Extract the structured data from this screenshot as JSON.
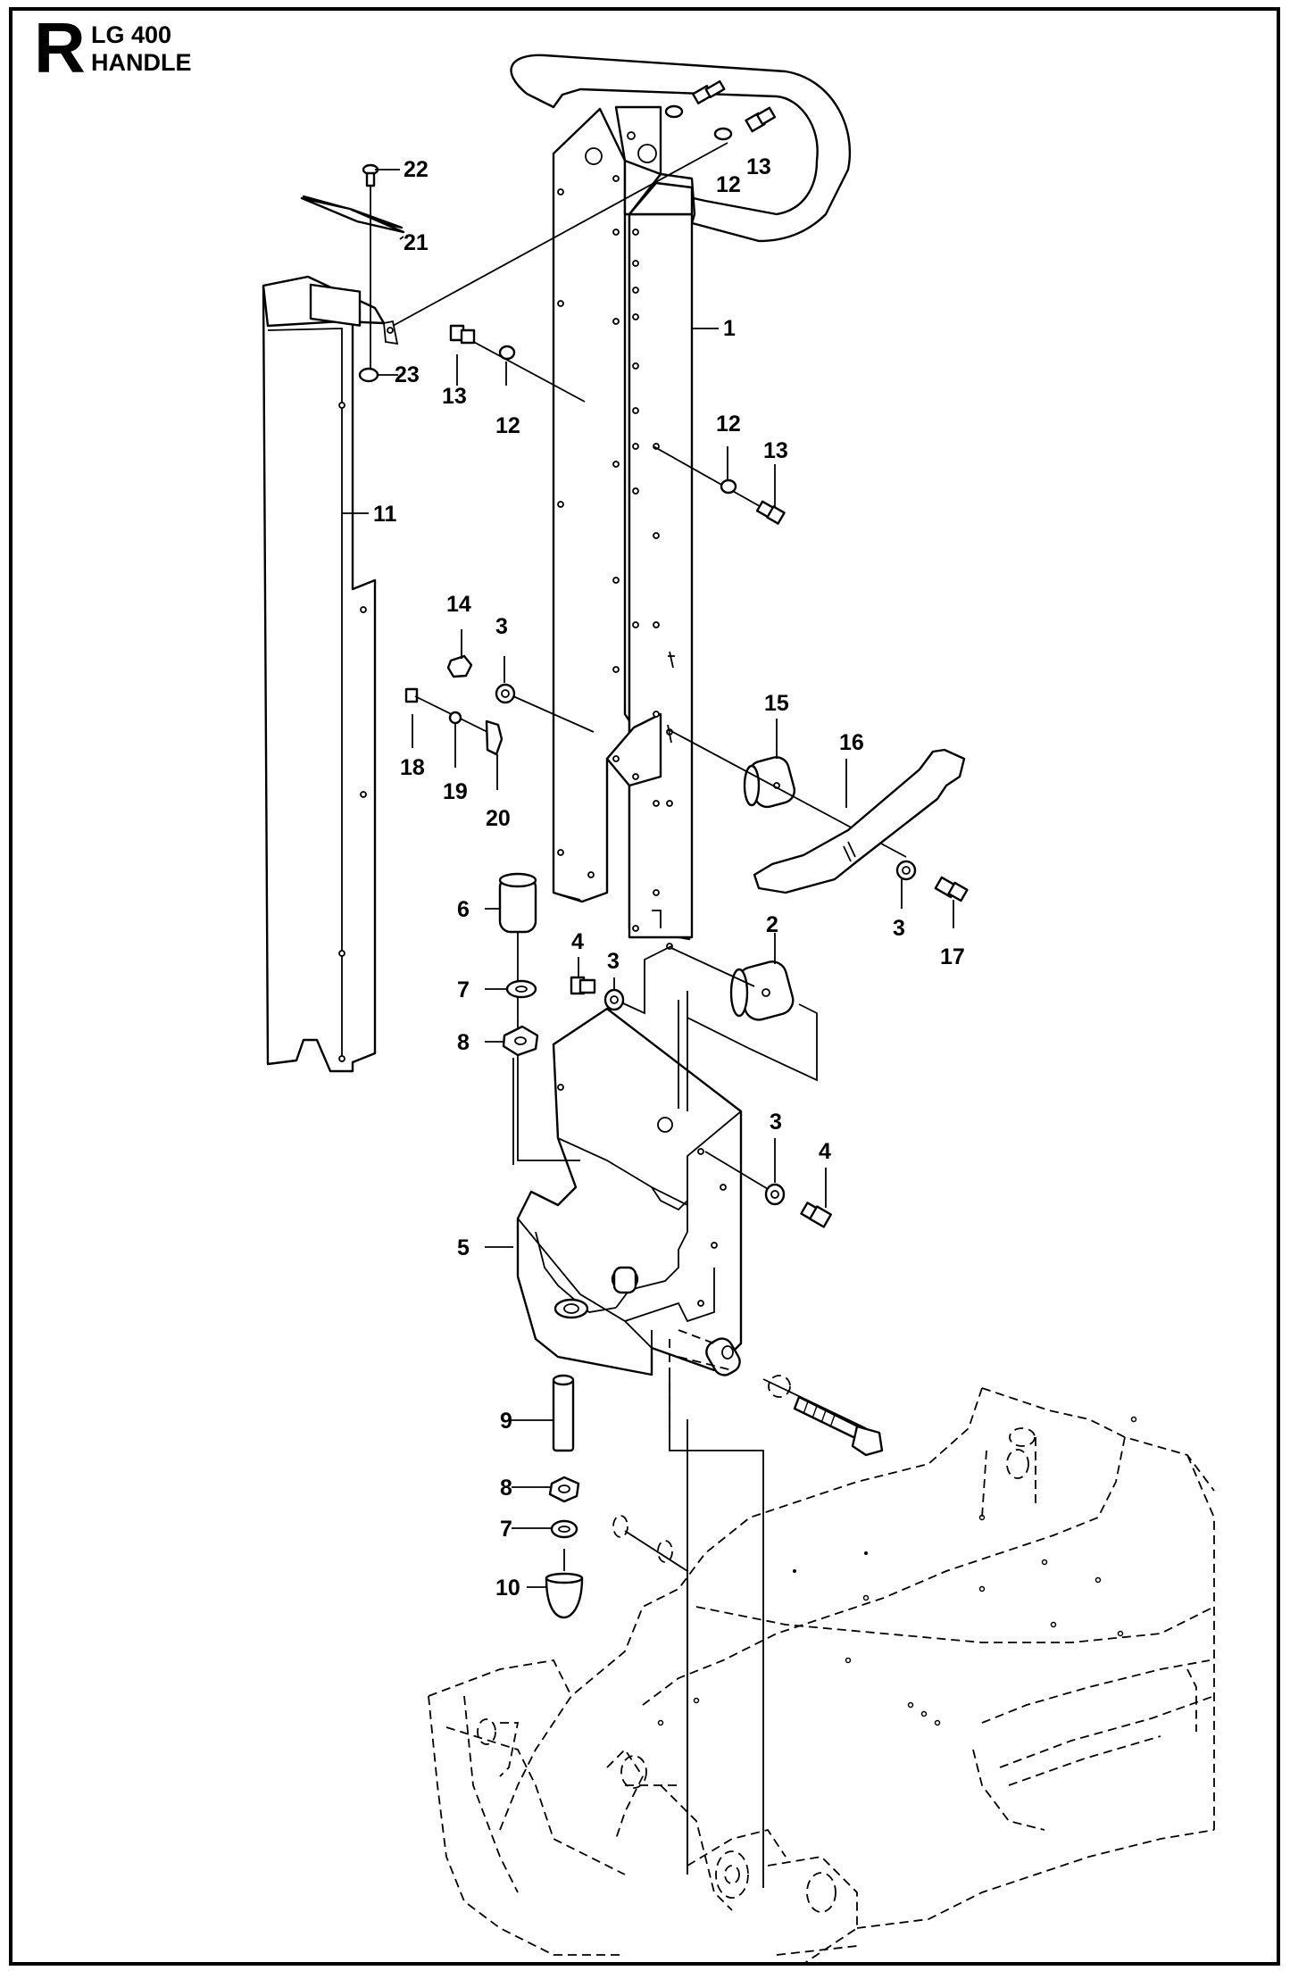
{
  "header": {
    "section_letter": "R",
    "model": "LG 400",
    "title": "HANDLE"
  },
  "callouts": {
    "c1": "1",
    "c2": "2",
    "c3a": "3",
    "c3b": "3",
    "c3c": "3",
    "c3d": "3",
    "c4a": "4",
    "c4b": "4",
    "c5": "5",
    "c6": "6",
    "c7a": "7",
    "c7b": "7",
    "c8a": "8",
    "c8b": "8",
    "c9": "9",
    "c10": "10",
    "c11": "11",
    "c12a": "12",
    "c12b": "12",
    "c12c": "12",
    "c13a": "13",
    "c13b": "13",
    "c13c": "13",
    "c14": "14",
    "c15": "15",
    "c16": "16",
    "c17": "17",
    "c18": "18",
    "c19": "19",
    "c20": "20",
    "c21": "21",
    "c22": "22",
    "c23": "23"
  }
}
